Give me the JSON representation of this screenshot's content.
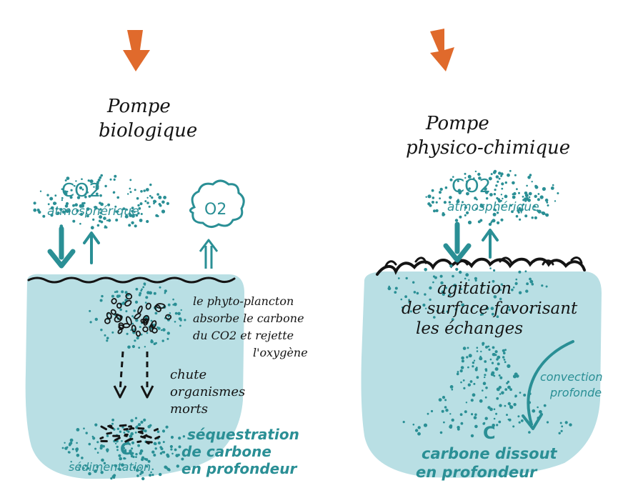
{
  "left_panel": {
    "title_line1": "Pompe",
    "title_line2": "biologique",
    "co2_label": "CO2",
    "atmos_label": "atmosphérique",
    "o2_label": "O2",
    "phyto_line1": "le phyto-plancton",
    "phyto_line2": "absorbe le carbone",
    "phyto_line3": "du CO2 et rejette",
    "phyto_line4": "l'oxygène",
    "chute_line1": "chute",
    "chute_line2": "organismes",
    "chute_line3": "morts",
    "c_label": "C",
    "sedimentation_label": "sédimentation",
    "sequestration_line1": "séquestration",
    "sequestration_line2": "de carbone",
    "sequestration_line3": "en profondeur"
  },
  "right_panel": {
    "title_line1": "Pompe",
    "title_line2": "physico-chimique",
    "co2_label": "CO2",
    "atmos_label": "atmosphérique",
    "agitation_line1": "agitation",
    "agitation_line2": "de surface favorisant",
    "agitation_line3": "les échanges",
    "convection_line1": "convection",
    "convection_line2": "profonde",
    "c_label": "C",
    "dissout_line1": "carbone dissout",
    "dissout_line2": "en profondeur"
  },
  "colors": {
    "water": "#b9dfe4",
    "teal": "#2a8f95",
    "sun_arrow": "#e06a2c",
    "ink": "#141414"
  },
  "icons": [
    "sun-ray-arrow-icon",
    "down-arrow-icon",
    "up-arrow-icon",
    "cloud-icon",
    "phytoplankton-icon",
    "wave-icon"
  ]
}
